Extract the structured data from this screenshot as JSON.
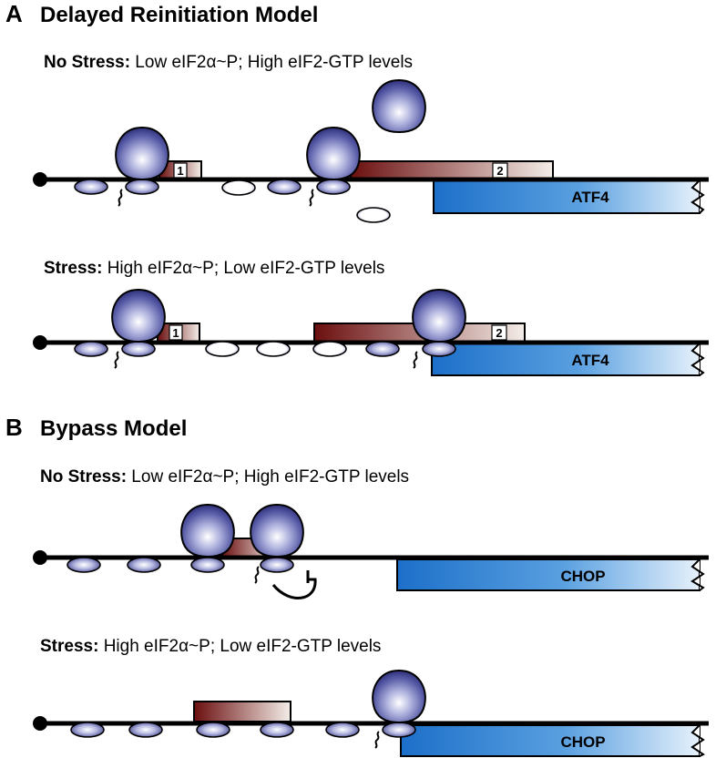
{
  "panel_a": {
    "letter": "A",
    "title": "Delayed Reinitiation Model",
    "scenarios": [
      {
        "condition_bold": "No Stress:",
        "condition_text": " Low eIF2α~P;  High eIF2-GTP levels",
        "uorf1_label": "1",
        "uorf2_label": "2",
        "gene_label": "ATF4"
      },
      {
        "condition_bold": "Stress:",
        "condition_text": " High eIF2α~P;  Low eIF2-GTP levels",
        "uorf1_label": "1",
        "uorf2_label": "2",
        "gene_label": "ATF4"
      }
    ]
  },
  "panel_b": {
    "letter": "B",
    "title": "Bypass Model",
    "scenarios": [
      {
        "condition_bold": "No Stress:",
        "condition_text": " Low eIF2α~P;  High eIF2-GTP levels",
        "gene_label": "CHOP"
      },
      {
        "condition_bold": "Stress:",
        "condition_text": " High eIF2α~P;  Low eIF2-GTP levels",
        "gene_label": "CHOP"
      }
    ]
  },
  "colors": {
    "ribosome_dark": "#2e2f7a",
    "ribosome_mid": "#6b70b8",
    "ribosome_light": "#ffffff",
    "uorf_dark": "#6b0f0f",
    "uorf_light": "#f4ede8",
    "orf_blue": "#1c6fc9",
    "orf_light": "#e6f1fb",
    "mrna": "#000000"
  }
}
